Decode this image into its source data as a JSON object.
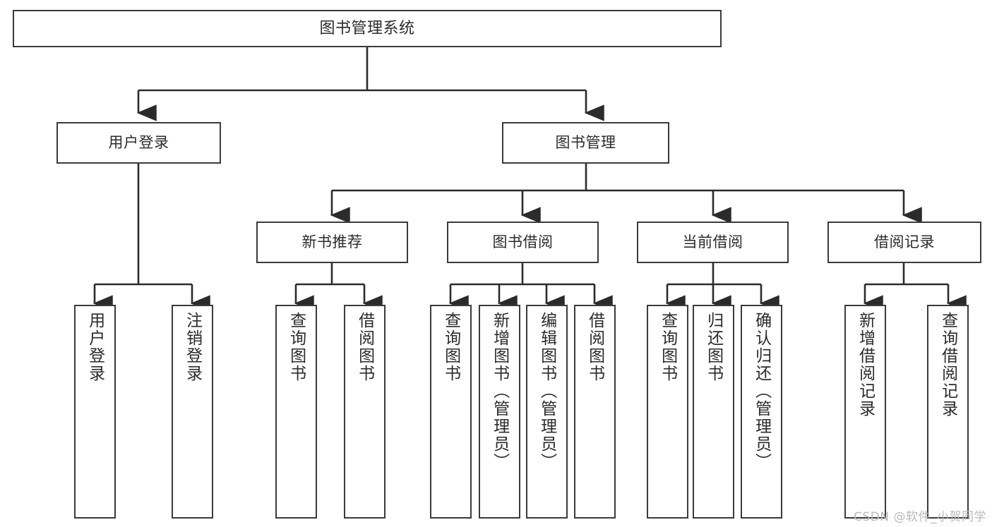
{
  "diagram": {
    "title": "图书管理系统",
    "type": "tree",
    "watermark": "CSDN @软件_小贺同学",
    "colors": {
      "box_border": "#3b3b3b",
      "box_fill": "#ffffff",
      "connector": "#2b2b2b",
      "text": "#2b2b2b",
      "watermark": "#b9b9b9",
      "background": "#ffffff"
    },
    "nodes": {
      "root": {
        "label": "图书管理系统"
      },
      "level2": [
        {
          "label": "用户登录"
        },
        {
          "label": "图书管理"
        }
      ],
      "level3": [
        {
          "label": "新书推荐"
        },
        {
          "label": "图书借阅"
        },
        {
          "label": "当前借阅"
        },
        {
          "label": "借阅记录"
        }
      ],
      "leaves": {
        "user_login": [
          {
            "label": "用户登录"
          },
          {
            "label": "注销登录"
          }
        ],
        "new_book_recommend": [
          {
            "label": "查询图书"
          },
          {
            "label": "借阅图书"
          }
        ],
        "book_borrow": [
          {
            "label": "查询图书"
          },
          {
            "label": "新增图书（管理员）"
          },
          {
            "label": "编辑图书（管理员）"
          },
          {
            "label": "借阅图书"
          }
        ],
        "current_borrow": [
          {
            "label": "查询图书"
          },
          {
            "label": "归还图书"
          },
          {
            "label": "确认归还（管理员）"
          }
        ],
        "borrow_record": [
          {
            "label": "新增借阅记录"
          },
          {
            "label": "查询借阅记录"
          }
        ]
      }
    }
  }
}
